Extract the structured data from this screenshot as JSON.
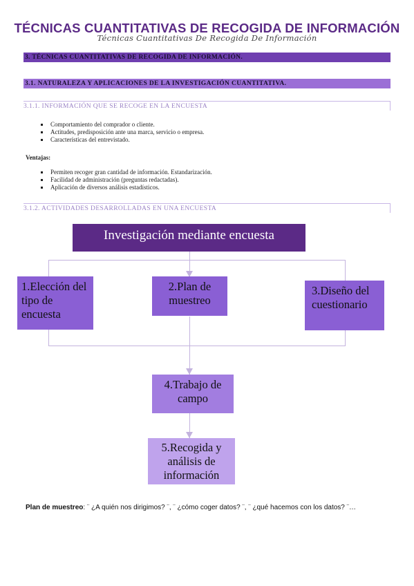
{
  "header": {
    "title": "TÉCNICAS CUANTITATIVAS DE RECOGIDA DE INFORMACIÓN",
    "subtitle": "Técnicas Cuantitativas De Recogida De Información"
  },
  "section_heading": "3. TÉCNICAS CUANTITATIVAS DE RECOGIDA DE INFORMACIÓN.",
  "subsection_heading": "3.1. NATURALEZA Y APLICACIONES DE LA INVESTIGACIÓN CUANTITATIVA.",
  "sub_subsection_1": {
    "heading": "3.1.1. INFORMACIÓN QUE SE RECOGE EN LA ENCUESTA",
    "items": [
      "Comportamiento del comprador o cliente.",
      "Actitudes, predisposición ante una marca, servicio o empresa.",
      "Características del entrevistado."
    ]
  },
  "advantages": {
    "label": "Ventajas:",
    "items": [
      "Permiten recoger gran cantidad de información. Estandarización.",
      "Facilidad de administración (preguntas redactadas).",
      "Aplicación de diversos análisis estadísticos."
    ]
  },
  "sub_subsection_2": {
    "heading": "3.1.2. ACTIVIDADES DESARROLLADAS EN UNA ENCUESTA"
  },
  "flow": {
    "title": "Investigación mediante encuesta",
    "step1": "1.Elección del tipo de encuesta",
    "step2": "2.Plan de muestreo",
    "step3": "3.Diseño del cuestionario",
    "step4": "4.Trabajo de campo",
    "step5": "5.Recogida y análisis de información"
  },
  "footer": {
    "label": "Plan de muestreo",
    "text": ": ¨ ¿A quién nos dirigimos? ¨, ¨ ¿cómo coger datos? ¨, ¨ ¿qué hacemos con los datos? ¨…"
  },
  "colors": {
    "title": "#5b2a86",
    "bar_dark": "#6f3fb0",
    "bar_light": "#9b6fd6",
    "box_main": "#5b2a86",
    "box_step": "#8a5fd4",
    "box_step4": "#a27de0",
    "box_step5": "#bfa3ec"
  }
}
